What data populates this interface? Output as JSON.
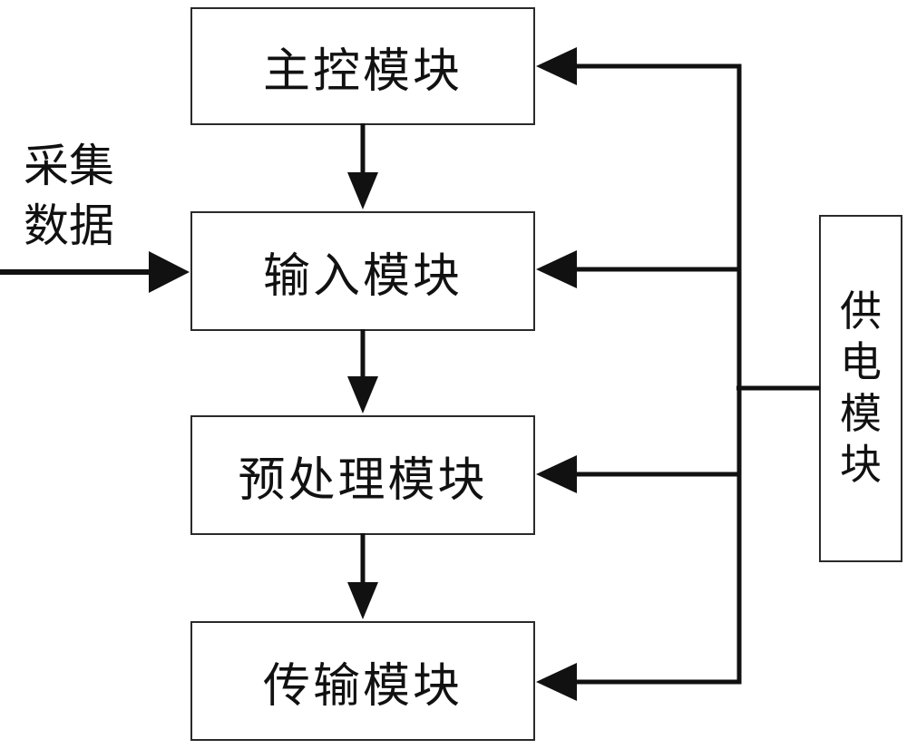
{
  "diagram": {
    "type": "block-diagram",
    "nodes": {
      "main_control": {
        "label": "主控模块"
      },
      "input": {
        "label": "输入模块"
      },
      "preprocess": {
        "label": "预处理模块"
      },
      "transmission": {
        "label": "传输模块"
      },
      "power": {
        "label": "供电模块"
      }
    },
    "external_input": {
      "line1": "采集",
      "line2": "数据",
      "full": "采集数据"
    },
    "edges": [
      {
        "from": "external_input",
        "to": "input",
        "style": "arrow"
      },
      {
        "from": "main_control",
        "to": "input",
        "style": "arrow"
      },
      {
        "from": "input",
        "to": "preprocess",
        "style": "arrow"
      },
      {
        "from": "preprocess",
        "to": "transmission",
        "style": "arrow"
      },
      {
        "from": "power",
        "to": "main_control",
        "style": "arrow"
      },
      {
        "from": "power",
        "to": "input",
        "style": "arrow"
      },
      {
        "from": "power",
        "to": "preprocess",
        "style": "arrow"
      },
      {
        "from": "power",
        "to": "transmission",
        "style": "arrow"
      }
    ],
    "colors": {
      "ink": "#111111",
      "background": "#ffffff"
    }
  }
}
